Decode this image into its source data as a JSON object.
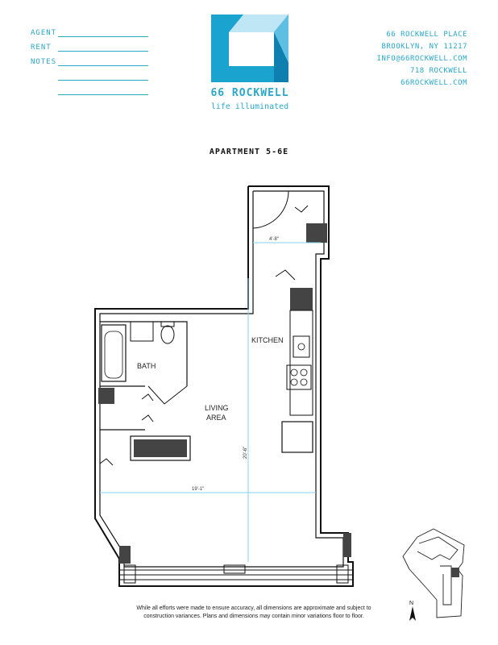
{
  "fields": [
    {
      "label": "AGENT"
    },
    {
      "label": "RENT"
    },
    {
      "label": "NOTES"
    },
    {
      "label": ""
    },
    {
      "label": ""
    }
  ],
  "brand": {
    "name": "66 ROCKWELL",
    "tagline": "life illuminated",
    "colors": {
      "primary": "#1aa3cf",
      "dark": "#0e7fae",
      "light": "#bfe6f4"
    }
  },
  "contact": {
    "address1": "66 ROCKWELL PLACE",
    "address2": "BROOKLYN, NY 11217",
    "email": "INFO@66ROCKWELL.COM",
    "phone": "718 ROCKWELL",
    "website": "66ROCKWELL.COM"
  },
  "apartment": {
    "title": "APARTMENT 5-6E"
  },
  "plan": {
    "rooms": {
      "kitchen": "KITCHEN",
      "bath": "BATH",
      "living1": "LIVING",
      "living2": "AREA"
    },
    "dimensions": {
      "entry_width": "4'-8\"",
      "living_length": "20'-6\"",
      "living_width": "19'-1\""
    },
    "dimension_color": "#7fd3ea"
  },
  "keymap": {
    "north": "N"
  },
  "disclaimer": {
    "line1": "While all efforts were made to ensure accuracy, all dimensions are approximate and subject to",
    "line2": "construction variances. Plans and dimensions may contain minor variations floor to floor."
  }
}
